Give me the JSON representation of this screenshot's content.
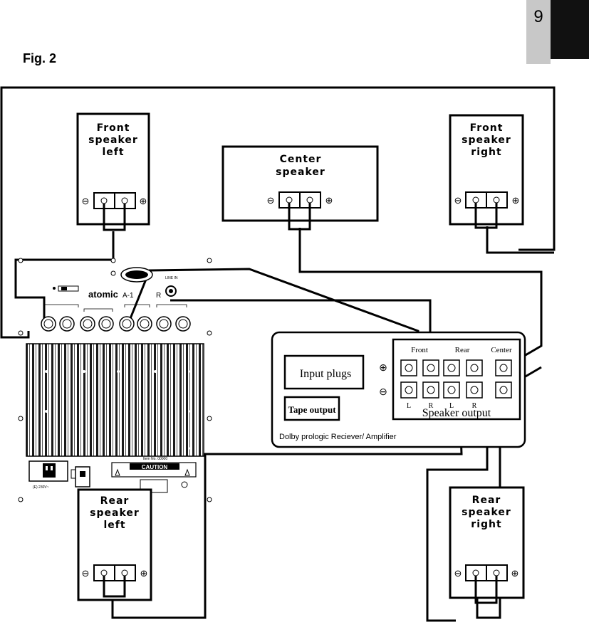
{
  "page_number": "9",
  "figure_label": "Fig. 2",
  "speakers": {
    "front_left": [
      "Front",
      "speaker",
      "left"
    ],
    "center": [
      "Center",
      "speaker"
    ],
    "front_right": [
      "Front",
      "speaker",
      "right"
    ],
    "rear_left": [
      "Rear",
      "speaker",
      "left"
    ],
    "rear_right": [
      "Rear",
      "speaker",
      "right"
    ]
  },
  "terminal_signs": {
    "minus": "⊖",
    "plus": "⊕"
  },
  "receiver": {
    "caption": "Dolby prologic Reciever/ Amplifier",
    "input_plugs": "Input plugs",
    "tape_output": "Tape output",
    "speaker_output": "Speaker output",
    "groups": [
      "Front",
      "Rear",
      "Center"
    ],
    "channel_letters": [
      "L",
      "R",
      "L",
      "R"
    ],
    "plus_sign": "⊕",
    "minus_sign": "⊖"
  },
  "subwoofer_panel": {
    "brand": "atomic",
    "model": "A-1",
    "suffix": "R",
    "caution": "CAUTION",
    "serial_label": "Item No. 00000",
    "line_label": "LINE IN"
  }
}
